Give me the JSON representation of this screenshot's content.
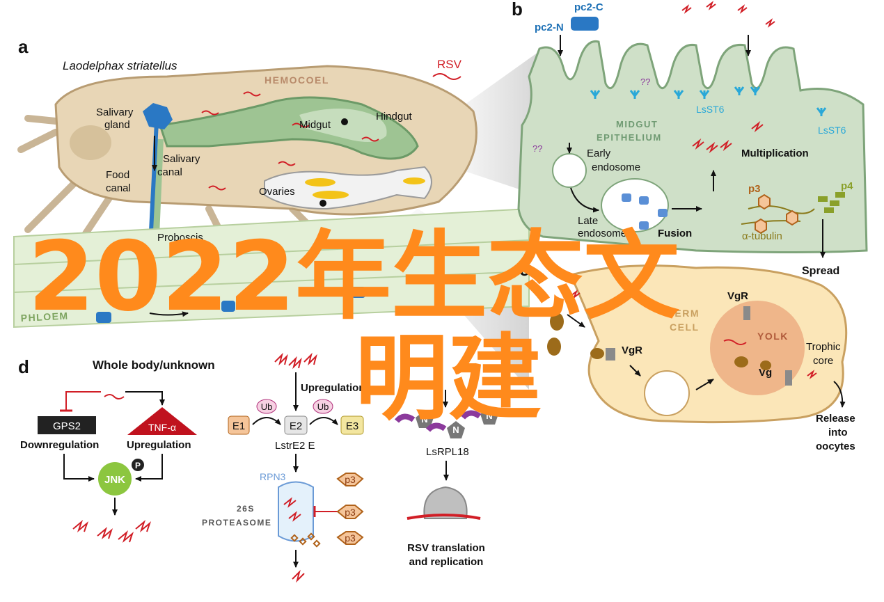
{
  "panels": {
    "a": "a",
    "b": "b",
    "c": "c",
    "d": "d"
  },
  "panel_a": {
    "species": "Laodelphax striatellus",
    "virus": "RSV",
    "hemocoel": "HEMOCOEL",
    "salivary_gland": [
      "Salivary",
      "gland"
    ],
    "midgut": "Midgut",
    "hindgut": "Hindgut",
    "salivary_canal": [
      "Salivary",
      "canal"
    ],
    "food_canal": [
      "Food",
      "canal"
    ],
    "ovaries": "Ovaries",
    "proboscis": "Proboscis",
    "phloem": "PHLOEM"
  },
  "panel_b": {
    "pc2c": "pc2-C",
    "pc2n": "pc2-N",
    "qq": "??",
    "midgut_epithelium": [
      "MIDGUT",
      "EPITHELIUM"
    ],
    "lsst6": "LsST6",
    "early_endosome": [
      "Early",
      "endosome"
    ],
    "multiplication": "Multiplication",
    "late_endosome": [
      "Late",
      "endosome"
    ],
    "fusion": "Fusion",
    "p3": "p3",
    "p4": "p4",
    "tubulin": "α-tubulin",
    "spread": "Spread"
  },
  "panel_c": {
    "vgr": "VgR",
    "germ_cell": [
      "GERM",
      "CELL"
    ],
    "yolk": "YOLK",
    "vg": "Vg",
    "trophic_core": [
      "Trophic",
      "core"
    ],
    "release": [
      "Release",
      "into",
      "oocytes"
    ]
  },
  "panel_d": {
    "whole_body": "Whole body/unknown",
    "gps2": "GPS2",
    "downregulation": "Downregulation",
    "tnf": "TNF-α",
    "upregulation_left": "Upregulation",
    "jnk": "JNK",
    "p": "P",
    "upregulation_mid": "Upregulation",
    "e1": "E1",
    "e2": "E2",
    "e3": "E3",
    "ub": "Ub",
    "lstre2": "LstrE2 E",
    "rpn3": "RPN3",
    "proteasome": [
      "26S",
      "PROTEASOME"
    ],
    "p3": "p3",
    "n": "N",
    "lsrpl18": "LsRPL18",
    "rsv_translation": [
      "RSV translation",
      "and replication"
    ]
  },
  "watermark": {
    "line1": "2022年生态文",
    "line2": "明建"
  }
}
